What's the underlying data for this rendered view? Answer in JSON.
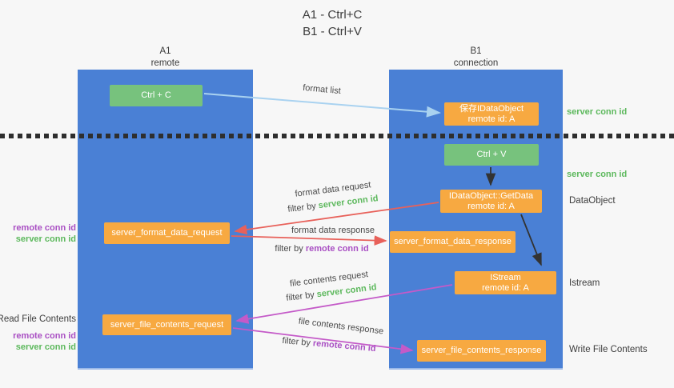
{
  "title": {
    "line1": "A1 - Ctrl+C",
    "line2": "B1 - Ctrl+V"
  },
  "columns": {
    "a1": {
      "name": "A1",
      "subtitle": "remote"
    },
    "b1": {
      "name": "B1",
      "subtitle": "connection"
    }
  },
  "nodes": {
    "ctrl_c": {
      "label": "Ctrl + C"
    },
    "ctrl_v": {
      "label": "Ctrl + V"
    },
    "save_dataobject": {
      "line1": "保存IDataObject",
      "line2": "remote id: A"
    },
    "getdata": {
      "line1": "IDataObject::GetData",
      "line2": "remote id: A"
    },
    "istream": {
      "line1": "IStream",
      "line2": "remote id: A"
    },
    "format_request": {
      "label": "server_format_data_request"
    },
    "format_response": {
      "label": "server_format_data_response"
    },
    "file_request": {
      "label": "server_file_contents_request"
    },
    "file_response": {
      "label": "server_file_contents_response"
    }
  },
  "arrow_labels": {
    "format_list": "format list",
    "format_data_request": "format data request",
    "format_data_response": "format data response",
    "file_contents_request": "file contents request",
    "file_contents_response": "file contents response",
    "filter_by": "filter by",
    "server_conn_id": "server conn id",
    "remote_conn_id": "remote conn id"
  },
  "side_labels": {
    "server_conn_id_top": "server conn id",
    "server_conn_id_mid": "server conn id",
    "dataobject": "DataObject",
    "istream": "Istream",
    "write_file_contents": "Write File Contents",
    "read_file_contents": "Read File Contents",
    "remote_conn_id_1": "remote conn id",
    "server_conn_id_1": "server conn id",
    "remote_conn_id_2": "remote conn id",
    "server_conn_id_2": "server conn id"
  },
  "colors": {
    "background": "#f7f7f7",
    "column_blue": "#4a80d5",
    "node_green": "#77c27d",
    "node_orange": "#f7a941",
    "arrow_lightblue": "#a9d2f0",
    "arrow_red": "#e8615a",
    "arrow_magenta": "#c45ac8",
    "arrow_black": "#333333",
    "text_green": "#5cb85c",
    "text_purple": "#a94fc3",
    "text_dark": "#3d3d3d"
  }
}
